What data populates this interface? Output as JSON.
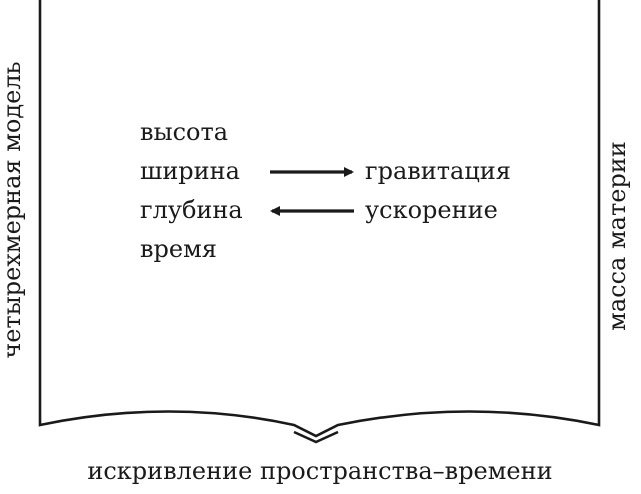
{
  "diagram": {
    "left_label": "четырехмерная модель",
    "right_label": "масса материи",
    "bottom_label": "искривление пространства–времени",
    "dimensions": [
      "высота",
      "ширина",
      "глубина",
      "время"
    ],
    "effects": [
      "гравитация",
      "ускорение"
    ]
  }
}
